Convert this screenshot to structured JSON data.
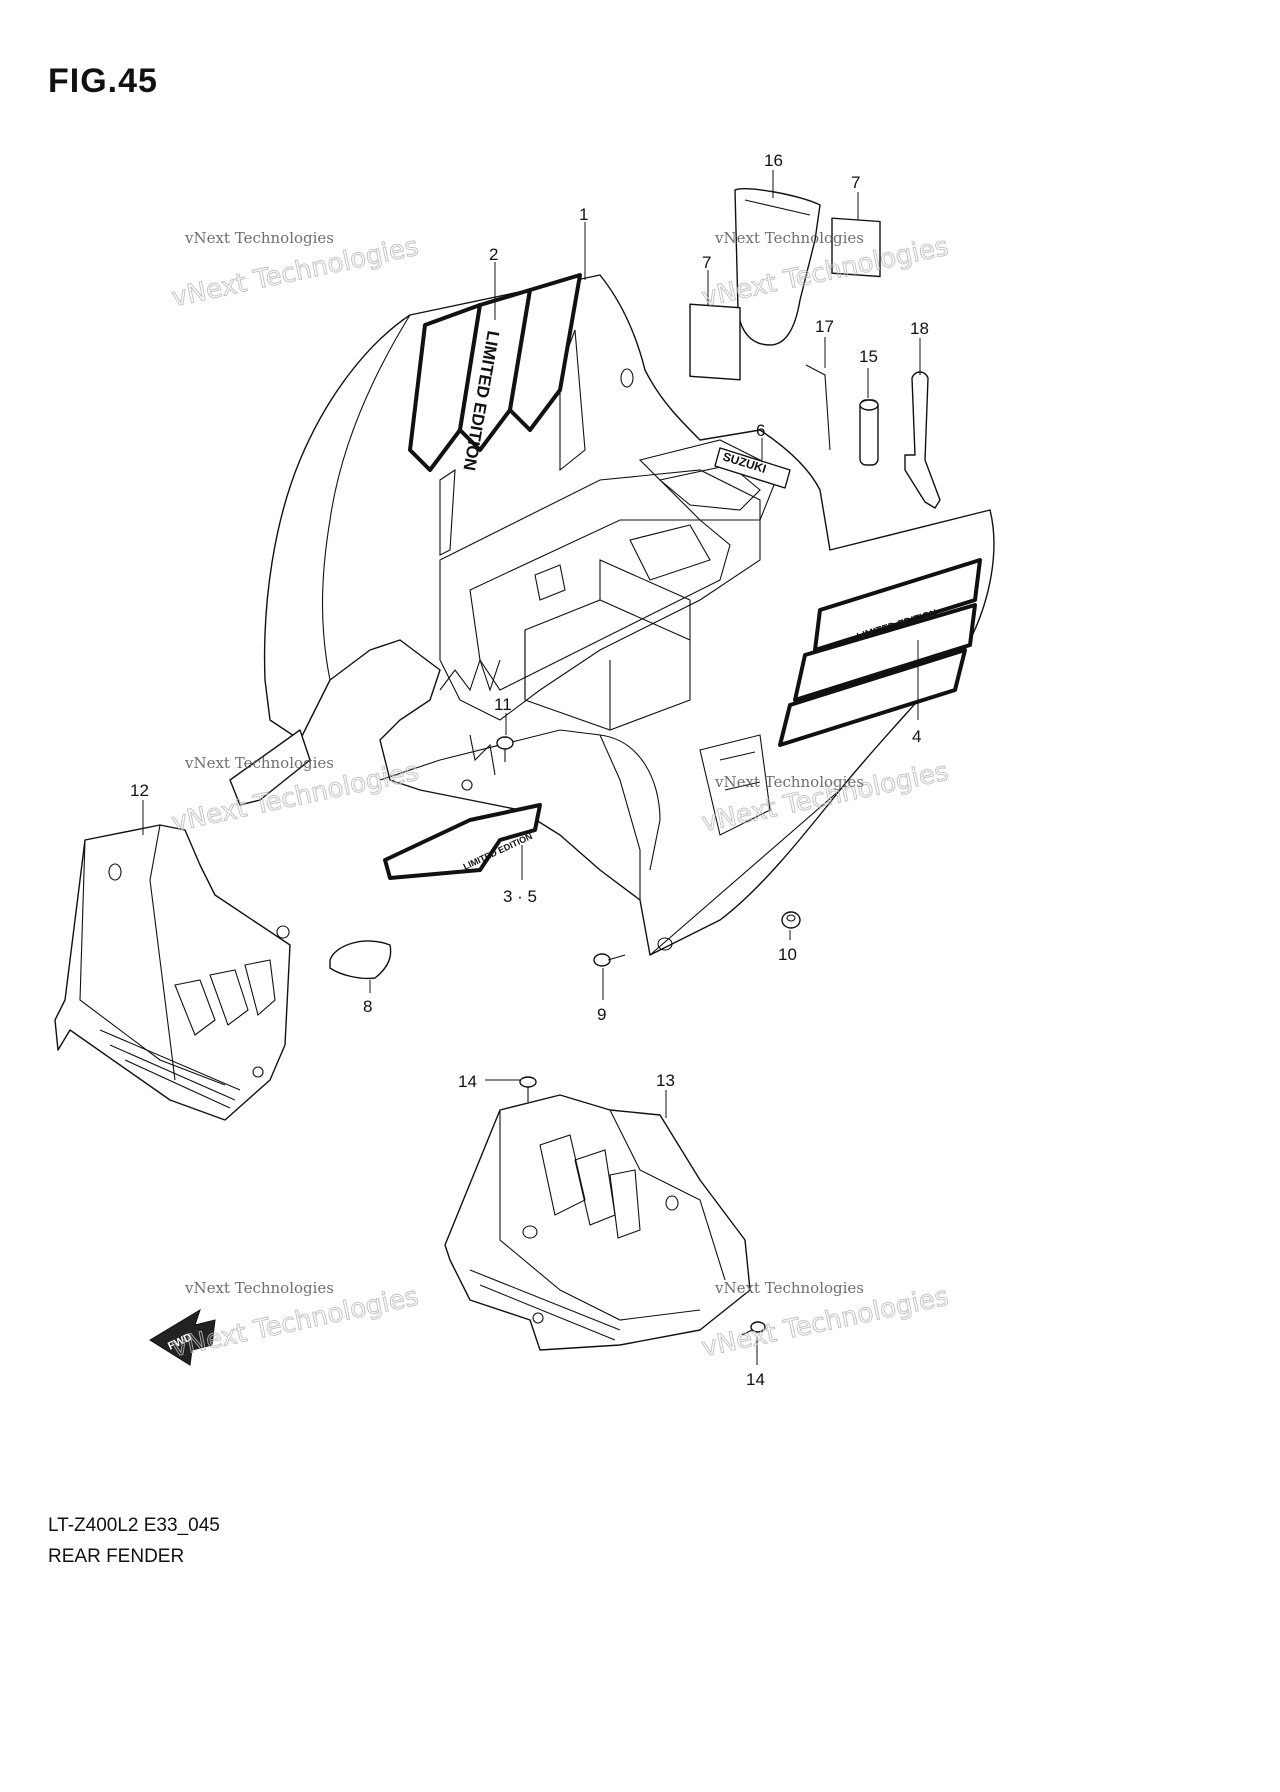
{
  "figure_title": "FIG.45",
  "model_code": "LT-Z400L2 E33_045",
  "caption": "REAR FENDER",
  "decal_text": "LIMITED EDITION",
  "logo_text": "SUZUKI",
  "fwd_label": "FWD",
  "watermark": {
    "line1": "vNext Technologies",
    "line2": "vNext Technologies"
  },
  "callouts": [
    "1",
    "2",
    "3 · 5",
    "4",
    "6",
    "7",
    "7",
    "8",
    "9",
    "10",
    "11",
    "12",
    "13",
    "14",
    "14",
    "15",
    "16",
    "17",
    "18"
  ]
}
